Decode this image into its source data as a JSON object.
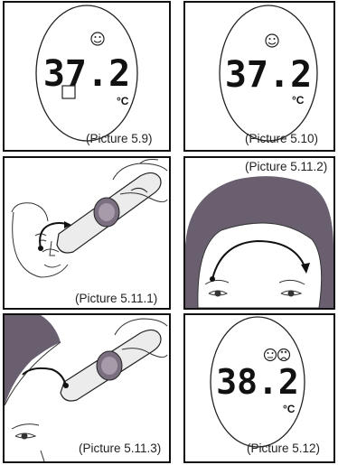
{
  "panels": [
    {
      "caption": "(Picture 5.9)",
      "reading": "37.2",
      "unit": "°C"
    },
    {
      "caption": "(Picture 5.10)",
      "reading": "37.2",
      "unit": "°C"
    },
    {
      "caption": "(Picture 5.11.1)"
    },
    {
      "caption": "(Picture 5.11.2)"
    },
    {
      "caption": "(Picture 5.11.3)"
    },
    {
      "caption": "(Picture 5.12)",
      "reading": "38.2",
      "unit": "°C"
    }
  ]
}
